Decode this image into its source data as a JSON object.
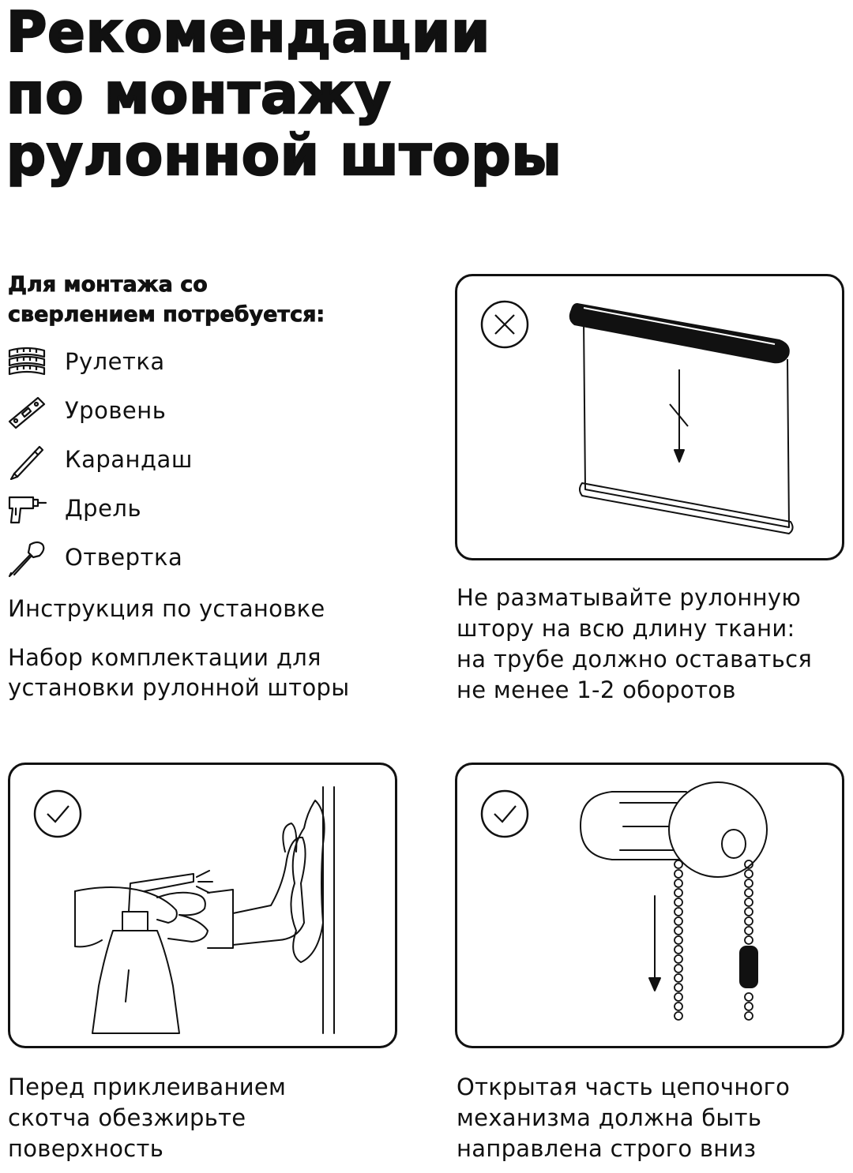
{
  "title": {
    "line1": "Рекомендации",
    "line2": "по монтажу",
    "line3": "рулонной шторы"
  },
  "requirements": {
    "heading_line1": "Для монтажа со",
    "heading_line2": "сверлением потребуется:",
    "tools": [
      {
        "label": "Рулетка",
        "icon": "tape-measure-icon"
      },
      {
        "label": "Уровень",
        "icon": "level-icon"
      },
      {
        "label": "Карандаш",
        "icon": "pencil-icon"
      },
      {
        "label": "Дрель",
        "icon": "drill-icon"
      },
      {
        "label": "Отвертка",
        "icon": "screwdriver-icon"
      }
    ],
    "note1": "Инструкция по установке",
    "note2_line1": "Набор комплектации для",
    "note2_line2": "установки рулонной шторы"
  },
  "panels": {
    "unroll": {
      "status": "wrong",
      "status_icon": "cross-circle-icon",
      "caption_line1": "Не разматывайте рулонную",
      "caption_line2": "штору на всю длину ткани:",
      "caption_line3": "на трубе должно оставаться",
      "caption_line4": "не менее 1-2 оборотов"
    },
    "degrease": {
      "status": "correct",
      "status_icon": "check-circle-icon",
      "caption_line1": "Перед приклеиванием",
      "caption_line2": "скотча обезжирьте",
      "caption_line3": "поверхность"
    },
    "chain": {
      "status": "correct",
      "status_icon": "check-circle-icon",
      "caption_line1": "Открытая часть цепочного",
      "caption_line2": "механизма должна быть",
      "caption_line3": "направлена строго вниз"
    }
  },
  "colors": {
    "ink": "#111111",
    "background": "#ffffff"
  }
}
